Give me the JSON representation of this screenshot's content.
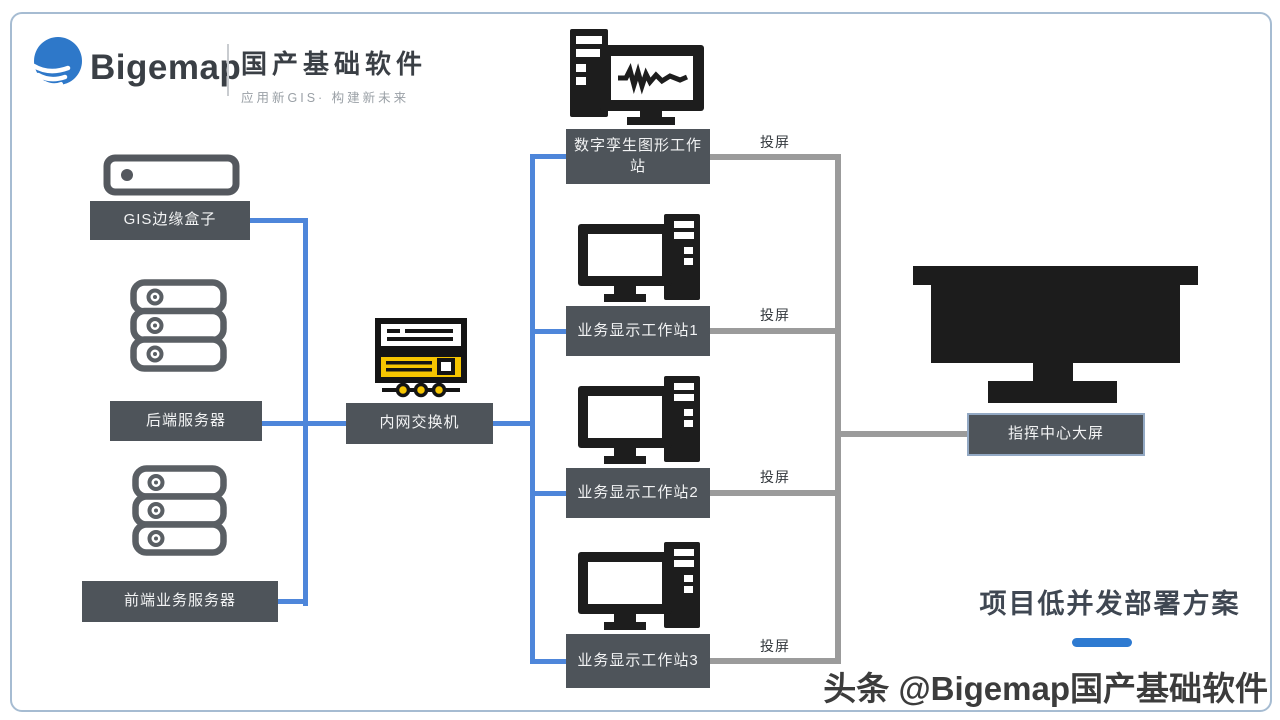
{
  "header": {
    "brand": "Bigemap",
    "product": "国产基础软件",
    "slogan": "应用新GIS· 构建新未来"
  },
  "nodes": {
    "gis_box": "GIS边缘盒子",
    "backend_server": "后端服务器",
    "frontend_server": "前端业务服务器",
    "switch": "内网交换机",
    "twin_ws": "数字孪生图形工作站",
    "display_ws1": "业务显示工作站1",
    "display_ws2": "业务显示工作站2",
    "display_ws3": "业务显示工作站3",
    "big_screen": "指挥中心大屏"
  },
  "edges": {
    "cast": "投屏"
  },
  "caption": {
    "title": "项目低并发部署方案"
  },
  "watermark": "头条 @Bigemap国产基础软件",
  "colors": {
    "line_blue": "#4e86da",
    "line_gray": "#9b9b9b",
    "label_bg": "#4e545a",
    "icon_dark": "#1d1d1d",
    "icon_outline_gray": "#5a5f64",
    "accent_yellow": "#f6c500",
    "logo_blue": "#2e78c9",
    "underline_blue": "#2e7ad1",
    "frame_border": "#a6bcd2"
  }
}
